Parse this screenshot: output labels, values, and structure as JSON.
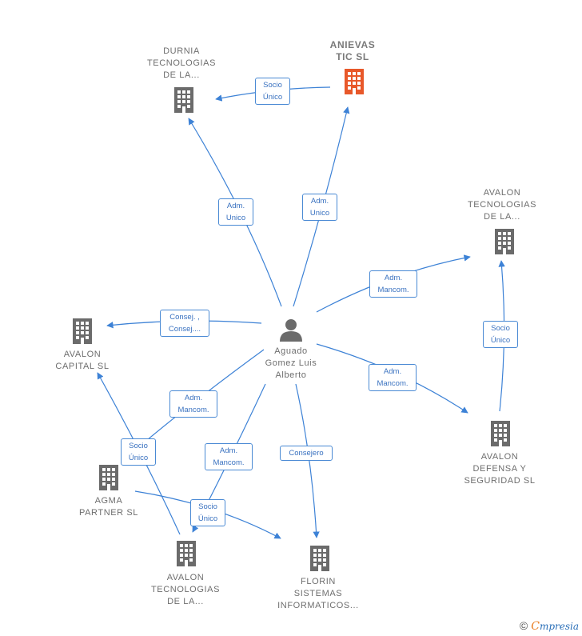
{
  "colors": {
    "edge": "#3d82d6",
    "building": "#6b6b6b",
    "building_highlight": "#e8582a",
    "person": "#6b6b6b"
  },
  "center": {
    "name": "Aguado\nGomez Luis\nAlberto",
    "icon": "person-icon"
  },
  "nodes": {
    "durnia": {
      "label": "DURNIA\nTECNOLOGIAS\nDE LA...",
      "icon": "building-icon"
    },
    "anievas": {
      "label": "ANIEVAS\nTIC  SL",
      "icon": "building-icon"
    },
    "avalon_tec_right": {
      "label": "AVALON\nTECNOLOGIAS\nDE LA...",
      "icon": "building-icon"
    },
    "avalon_capital": {
      "label": "AVALON\nCAPITAL  SL",
      "icon": "building-icon"
    },
    "avalon_defensa": {
      "label": "AVALON\nDEFENSA Y\nSEGURIDAD SL",
      "icon": "building-icon"
    },
    "agma": {
      "label": "AGMA\nPARTNER SL",
      "icon": "building-icon"
    },
    "avalon_tec_bottom": {
      "label": "AVALON\nTECNOLOGIAS\nDE LA...",
      "icon": "building-icon"
    },
    "florin": {
      "label": "FLORIN\nSISTEMAS\nINFORMATICOS...",
      "icon": "building-icon"
    }
  },
  "edge_labels": {
    "anievas_durnia": "Socio\nÚnico",
    "center_durnia": "Adm.\nUnico",
    "center_anievas": "Adm.\nUnico",
    "center_avalon_tec_right": "Adm.\nMancom.",
    "center_avalon_capital": "Consej. ,\nConsej....",
    "center_avalon_defensa": "Adm.\nMancom.",
    "defensa_avalon_tec_right": "Socio\nÚnico",
    "center_agma": "Adm.\nMancom.",
    "center_avalon_tec_bottom": "Adm.\nMancom.",
    "center_florin": "Consejero",
    "tec_bottom_avalon_capital": "Socio\nÚnico",
    "agma_florin": "Socio\nÚnico"
  },
  "footer": {
    "copyright": "©",
    "brand_first": "C",
    "brand_rest": "mpresia"
  }
}
